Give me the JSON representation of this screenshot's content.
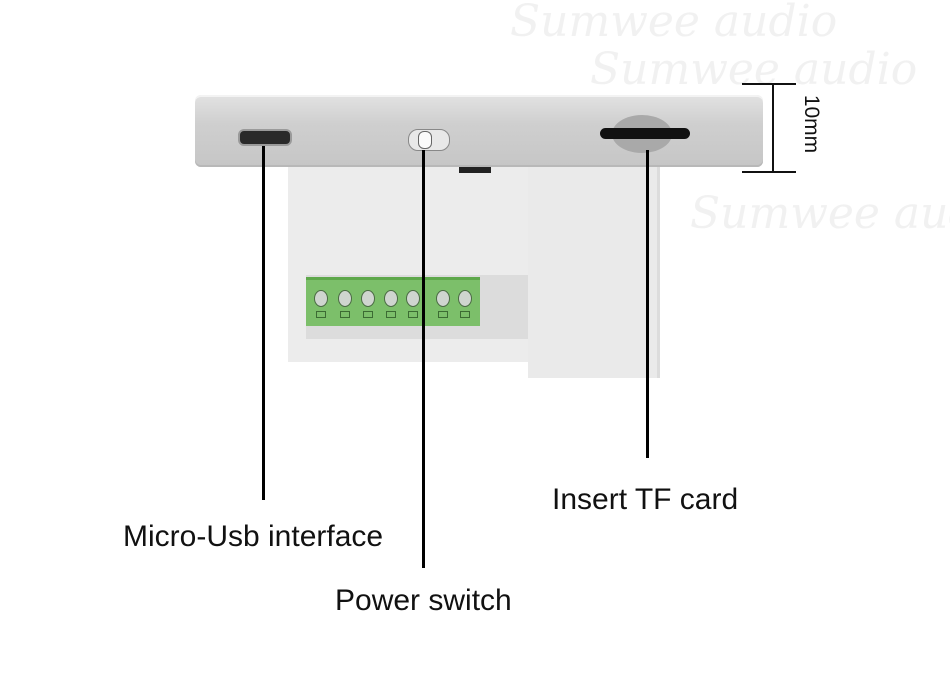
{
  "watermark": "Sumwee audio",
  "dimension": {
    "label": "10mm"
  },
  "callouts": {
    "micro_usb": "Micro-Usb interface",
    "power_switch": "Power switch",
    "tf_card": "Insert TF card"
  },
  "colors": {
    "terminal_green": "#7cbf6a",
    "faceplate": "#d2d2d2",
    "housing": "#ececec"
  }
}
